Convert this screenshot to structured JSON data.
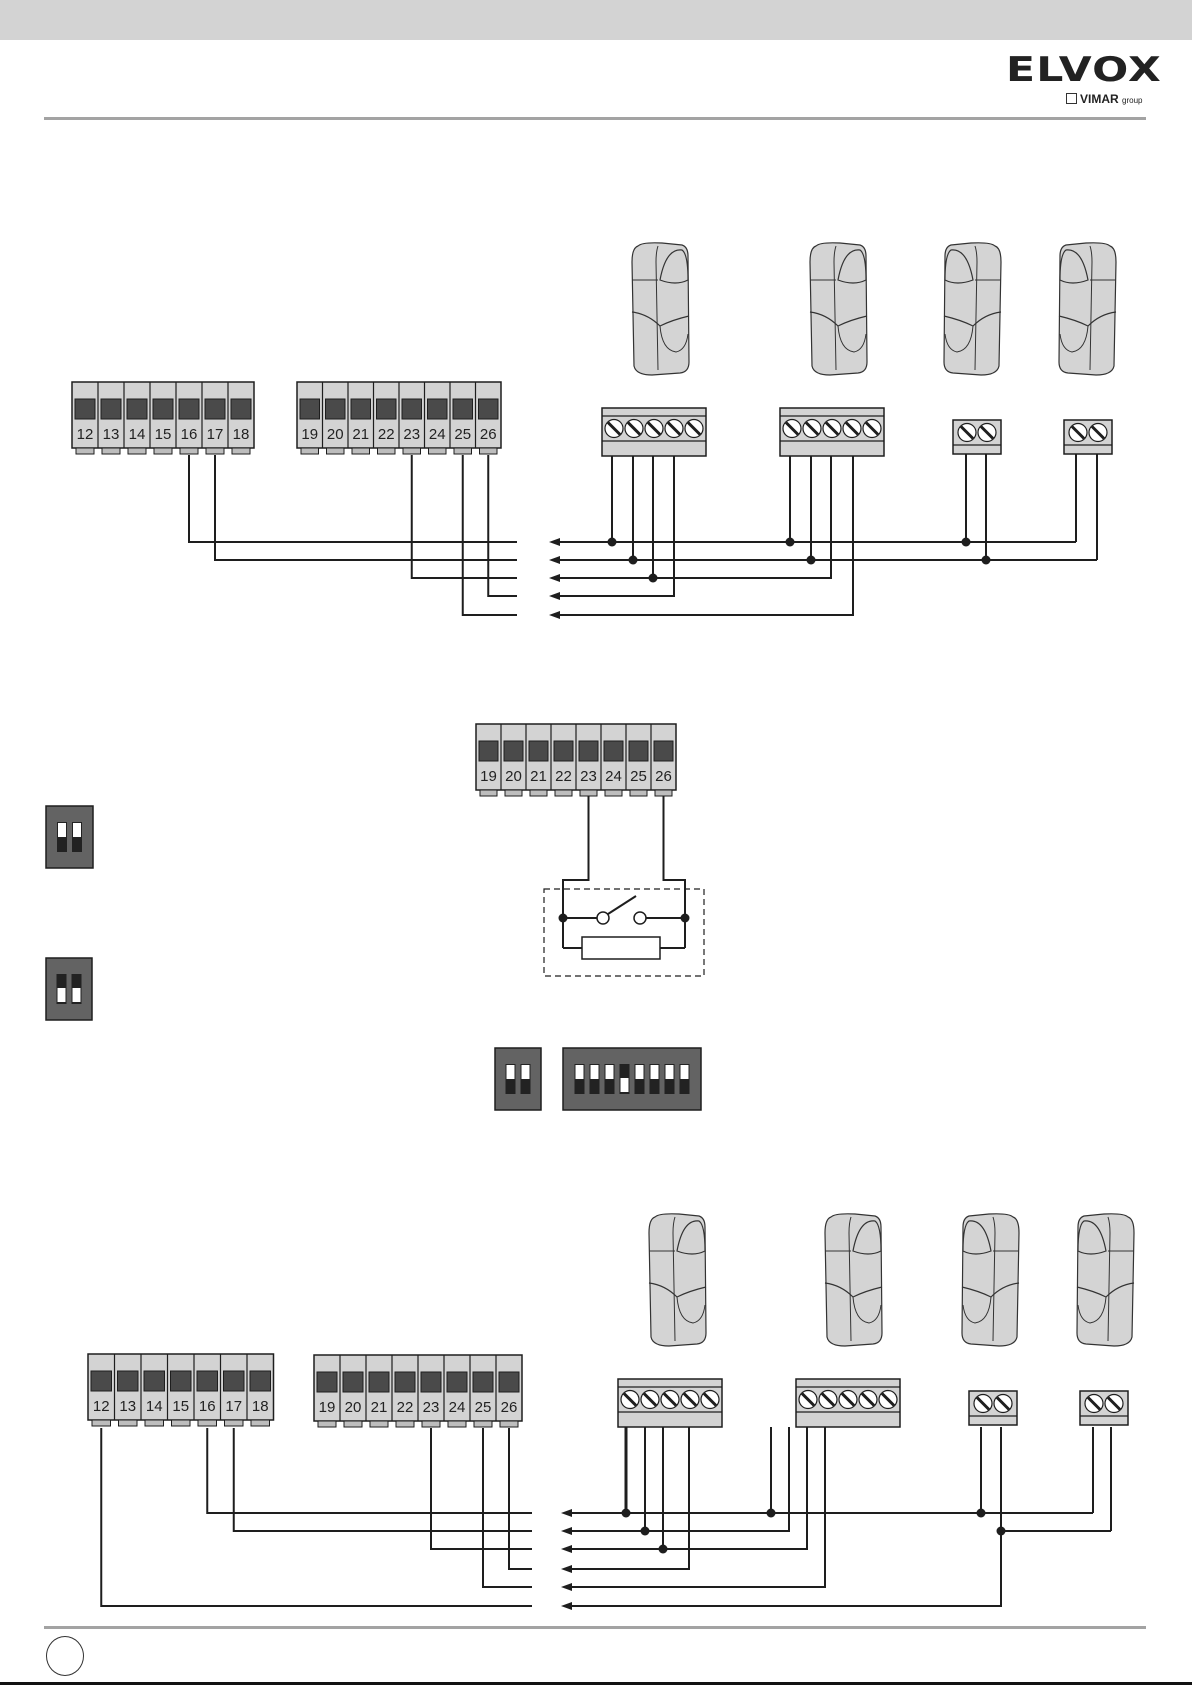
{
  "header": {
    "brand": "ELVOX",
    "sub_brand": "VIMAR",
    "sub_brand_suffix": "group"
  },
  "terminal_blocks": {
    "left": [
      "12",
      "13",
      "14",
      "15",
      "16",
      "17",
      "18"
    ],
    "right": [
      "19",
      "20",
      "21",
      "22",
      "23",
      "24",
      "25",
      "26"
    ]
  },
  "diagrams": [
    {
      "id": "photocell-wiring-1",
      "connected_terminals": [
        "16",
        "17",
        "23",
        "25",
        "26"
      ],
      "wires": 5
    },
    {
      "id": "safety-edge-wiring",
      "connected_terminals": [
        "23",
        "26"
      ]
    },
    {
      "id": "photocell-wiring-2",
      "connected_terminals": [
        "12",
        "16",
        "17",
        "23",
        "25",
        "26"
      ],
      "wires": 6
    }
  ],
  "dip_switches": {
    "left_top": [
      "on",
      "on"
    ],
    "left_bottom": [
      "off",
      "off"
    ],
    "center_small": [
      "on",
      "on"
    ],
    "center_bank": [
      "on",
      "on",
      "on",
      "off",
      "on",
      "on",
      "on",
      "on"
    ]
  },
  "colors": {
    "line": "#1e1e1e",
    "terminal_fill": "#d3d3d3",
    "terminal_window": "#4a4a4a",
    "dip_body": "#636363",
    "header_bar": "#d3d3d3",
    "rule": "#a3a3a3"
  }
}
